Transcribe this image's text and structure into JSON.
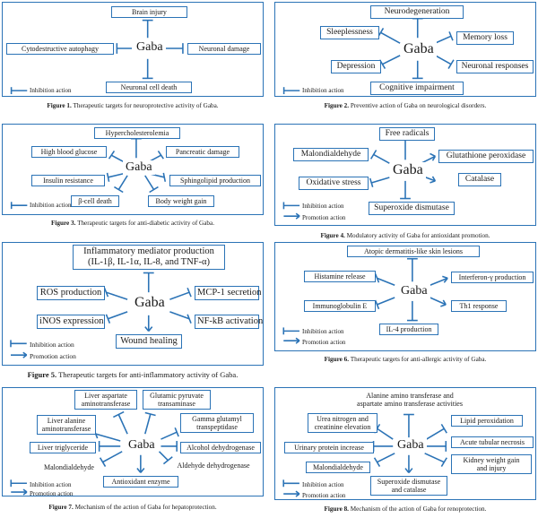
{
  "gaba": "Gaba",
  "legend": {
    "inhibition": "Inhibition action",
    "promotion": "Promotion action"
  },
  "fig1": {
    "items": [
      "Brain injury",
      "Cytodestructive autophagy",
      "Neuronal damage",
      "Neuronal cell death"
    ],
    "caption_label": "Figure 1.",
    "caption_text": "Therapeutic targets for neuroprotective activity of Gaba."
  },
  "fig2": {
    "items": [
      "Neurodegeneration",
      "Sleeplessness",
      "Memory loss",
      "Depression",
      "Neuronal responses",
      "Cognitive impairment"
    ],
    "caption_label": "Figure 2.",
    "caption_text": "Preventive action of Gaba on neurological disorders."
  },
  "fig3": {
    "items": [
      "Hypercholesterolemia",
      "High blood glucose",
      "Pancreatic damage",
      "Insulin resistance",
      "Sphingolipid production",
      "β-cell death",
      "Body weight gain"
    ],
    "caption_label": "Figure 3.",
    "caption_text": "Therapeutic targets for anti-diabetic activity of Gaba."
  },
  "fig4": {
    "items": [
      "Free radicals",
      "Malondialdehyde",
      "Glutathione peroxidase",
      "Catalase",
      "Oxidative stress",
      "Superoxide dismutase"
    ],
    "caption_label": "Figure 4.",
    "caption_text": "Modulatory activity of Gaba for antioxidant promotion."
  },
  "fig5": {
    "items": [
      "Inflammatory mediator production",
      "(IL-1β, IL-1α, IL-8, and TNF-α)",
      "ROS production",
      "MCP-1 secretion",
      "iNOS expression",
      "NF-kB activation",
      "Wound healing"
    ],
    "caption_label": "Figure 5.",
    "caption_text": "Therapeutic targets for anti-inflammatory activity of Gaba."
  },
  "fig6": {
    "items": [
      "Atopic dermatitis-like skin lesions",
      "Histamine release",
      "Interferon-γ production",
      "Immunoglobulin E",
      "Th1 response",
      "IL-4 production"
    ],
    "caption_label": "Figure 6.",
    "caption_text": "Therapeutic targets for anti-allergic activity of Gaba."
  },
  "fig7": {
    "items": [
      "Liver aspartate",
      "aminotransferase",
      "Glutamic pyruvate",
      "transaminase",
      "Liver alanine",
      "aminotransferase",
      "Gamma glutamyl",
      "transpeptidase",
      "Liver triglyceride",
      "Alcohol dehydrogenase",
      "Malondialdehyde",
      "Aldehyde dehydrogenase",
      "Antioxidant enzyme"
    ],
    "caption_label": "Figure 7.",
    "caption_text": "Mechanism of the action of Gaba for hepatoprotection."
  },
  "fig8": {
    "items": [
      "Alanine amino transferase and",
      "aspartate amino transferase activities",
      "Urea nitrogen and",
      "creatinine elevation",
      "Lipid peroxidation",
      "Urinary protein increase",
      "Acute tubular necrosis",
      "Malondialdehyde",
      "Kidney weight gain",
      "and injury",
      "Superoxide dismutase",
      "and catalase"
    ],
    "caption_label": "Figure 8.",
    "caption_text": "Mechanism of the action of Gaba for renoprotection."
  }
}
